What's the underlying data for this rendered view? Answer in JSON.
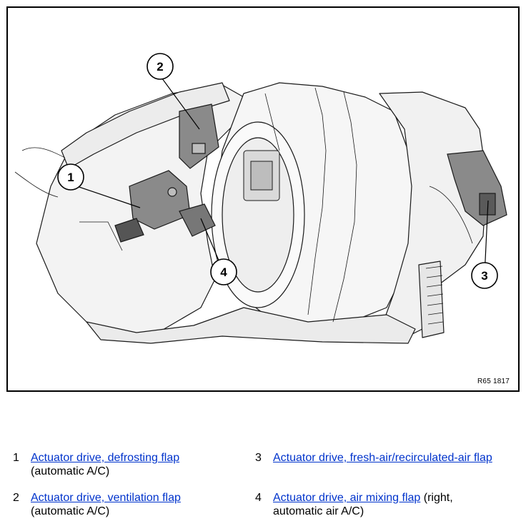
{
  "figure": {
    "code": "R65 1817",
    "callouts": [
      "1",
      "2",
      "3",
      "4"
    ]
  },
  "legend": [
    {
      "number": "1",
      "link": "Actuator drive, defrosting flap",
      "suffix": "",
      "note": "(automatic A/C)"
    },
    {
      "number": "3",
      "link": "Actuator drive, fresh-air/recirculated-air flap",
      "suffix": "",
      "note": ""
    },
    {
      "number": "2",
      "link": "Actuator drive, ventilation flap",
      "suffix": "",
      "note": "(automatic A/C)"
    },
    {
      "number": "4",
      "link": "Actuator drive, air mixing flap",
      "suffix": " (right,",
      "note": "automatic air A/C)"
    }
  ],
  "colors": {
    "link": "#0033cc",
    "part_fill": "#f2f2f2",
    "actuator_fill": "#8a8a8a"
  }
}
